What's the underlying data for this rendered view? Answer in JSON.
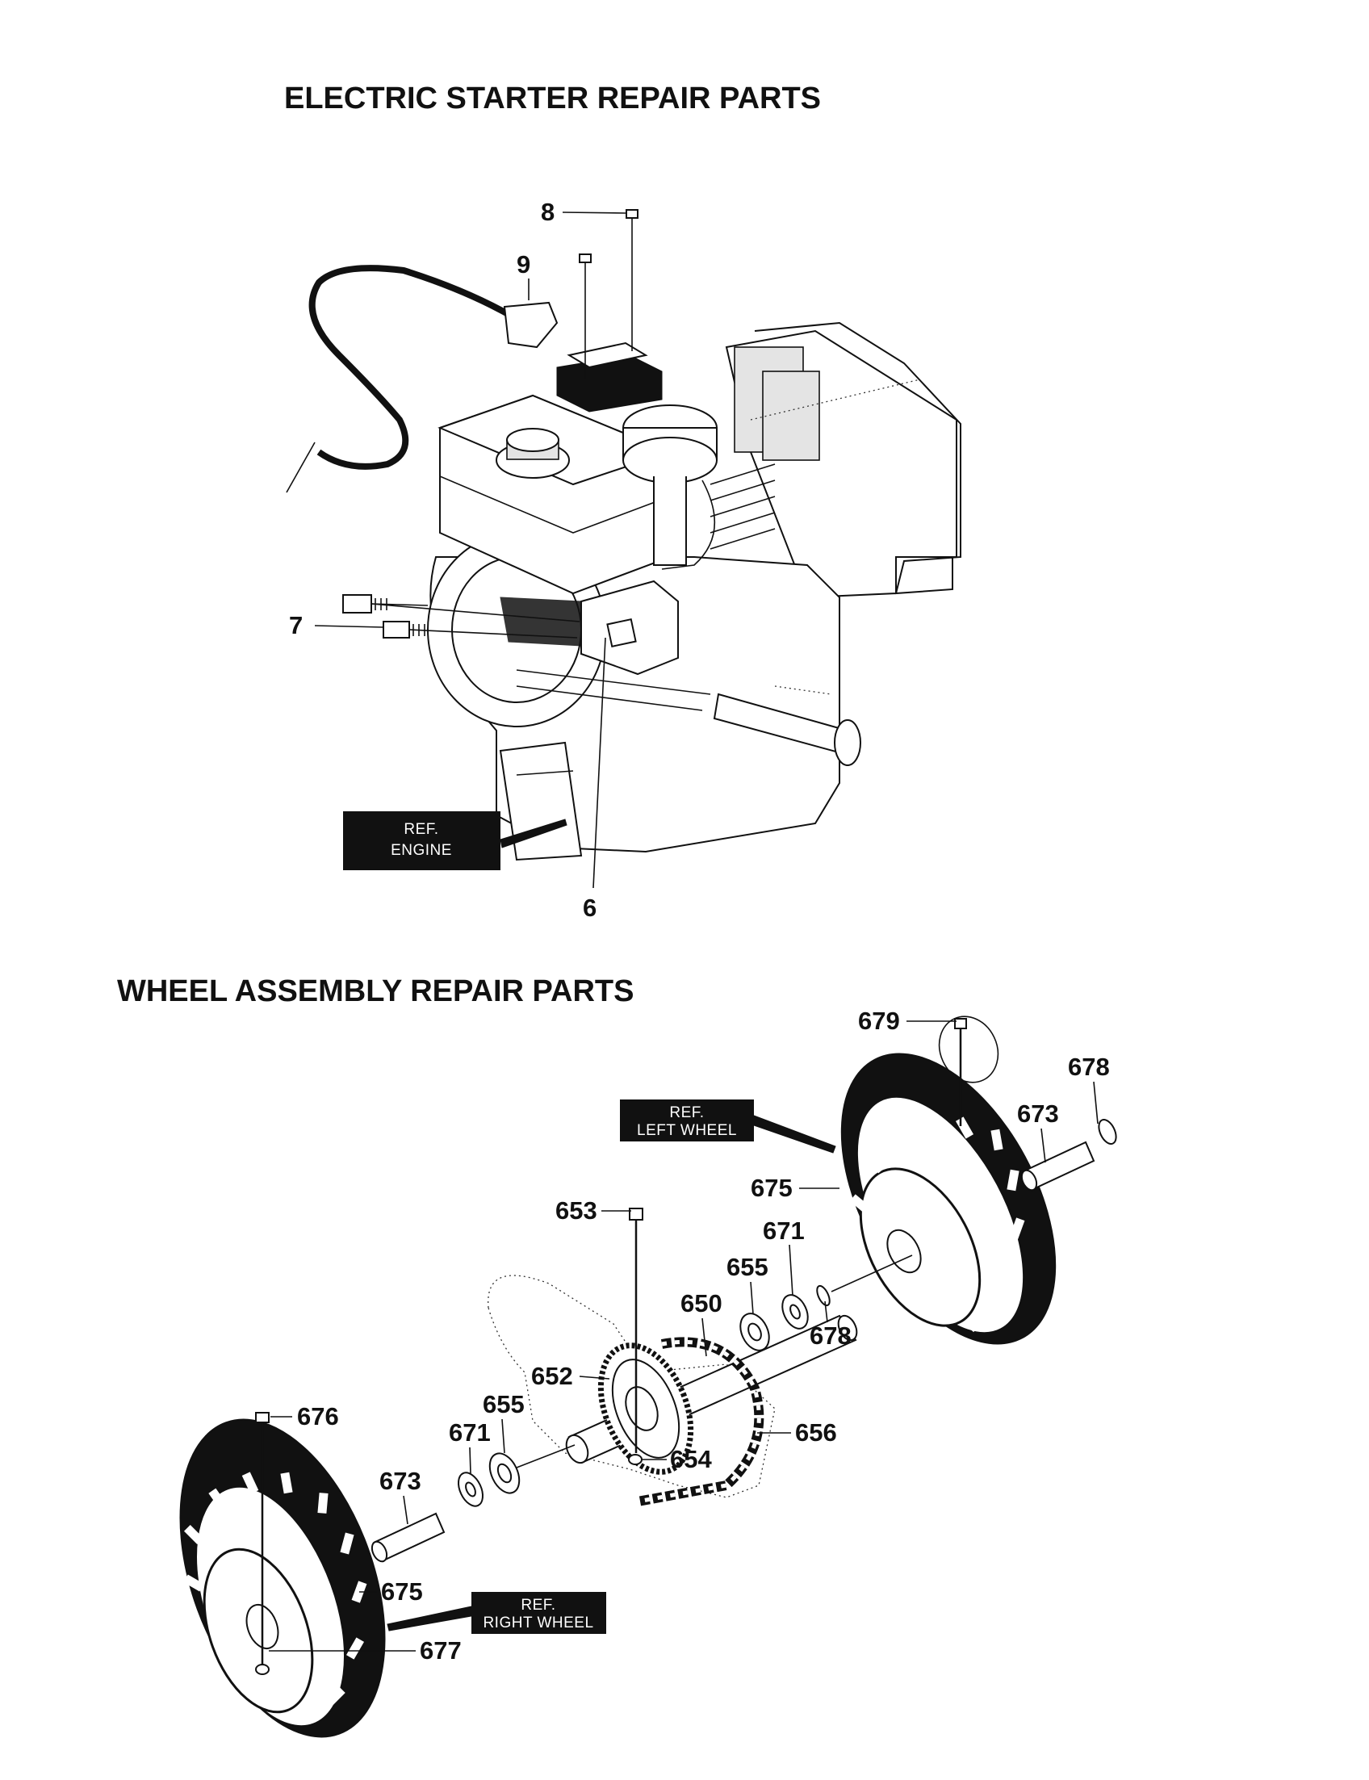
{
  "sections": {
    "starter_title": "ELECTRIC STARTER REPAIR PARTS",
    "wheel_title": "WHEEL ASSEMBLY REPAIR PARTS"
  },
  "references": {
    "engine": [
      "REF.",
      "ENGINE"
    ],
    "left_wheel": [
      "REF.",
      "LEFT WHEEL"
    ],
    "right_wheel": [
      "REF.",
      "RIGHT WHEEL"
    ]
  },
  "starter_callouts": [
    "8",
    "9",
    "7",
    "6"
  ],
  "wheel_callouts": [
    "679",
    "678",
    "673",
    "675",
    "653",
    "671",
    "655",
    "650",
    "678",
    "652",
    "655",
    "671",
    "656",
    "654",
    "676",
    "673",
    "675",
    "677"
  ]
}
